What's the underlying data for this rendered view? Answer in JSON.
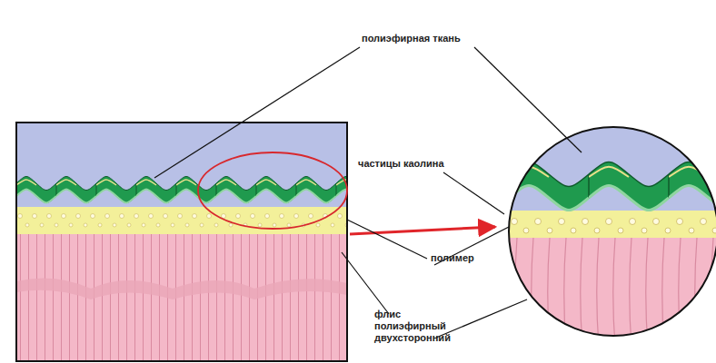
{
  "diagram": {
    "labels": [
      "полиэфирная ткань",
      "частицы каолина",
      "полимер",
      "флис полиэфирный двухсторонний"
    ]
  }
}
